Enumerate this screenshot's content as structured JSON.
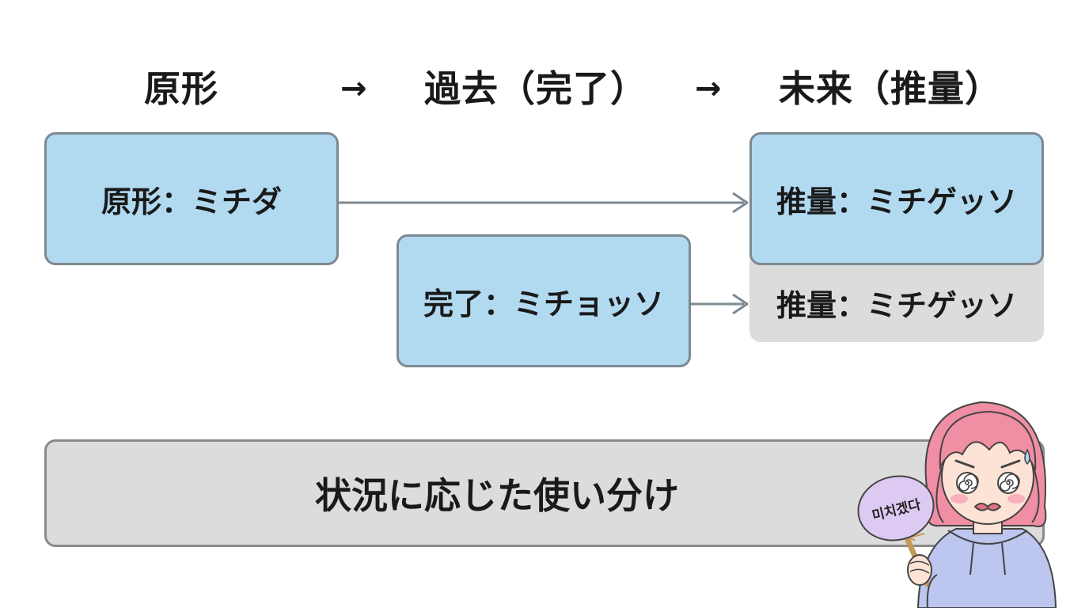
{
  "header": {
    "stage1": "原形",
    "arrow1": "→",
    "stage2": "過去（完了）",
    "arrow2": "→",
    "stage3": "未来（推量）"
  },
  "boxes": {
    "base": "原形：ミチダ",
    "perfect": "完了：ミチョッソ",
    "conjecture": "推量：ミチゲッソ",
    "conjecture_perfect": "推量：ミチゲッソ"
  },
  "summary": {
    "text": "状況に応じた使い分け"
  },
  "character": {
    "fan_text": "미치겠다"
  },
  "colors": {
    "box_fill": "#b1daf1",
    "box_border": "#7d8a92",
    "panel_fill": "#dcdcdc",
    "arrow": "#7d8a92",
    "hair": "#f08ea4",
    "hoodie": "#bcc6ee"
  }
}
